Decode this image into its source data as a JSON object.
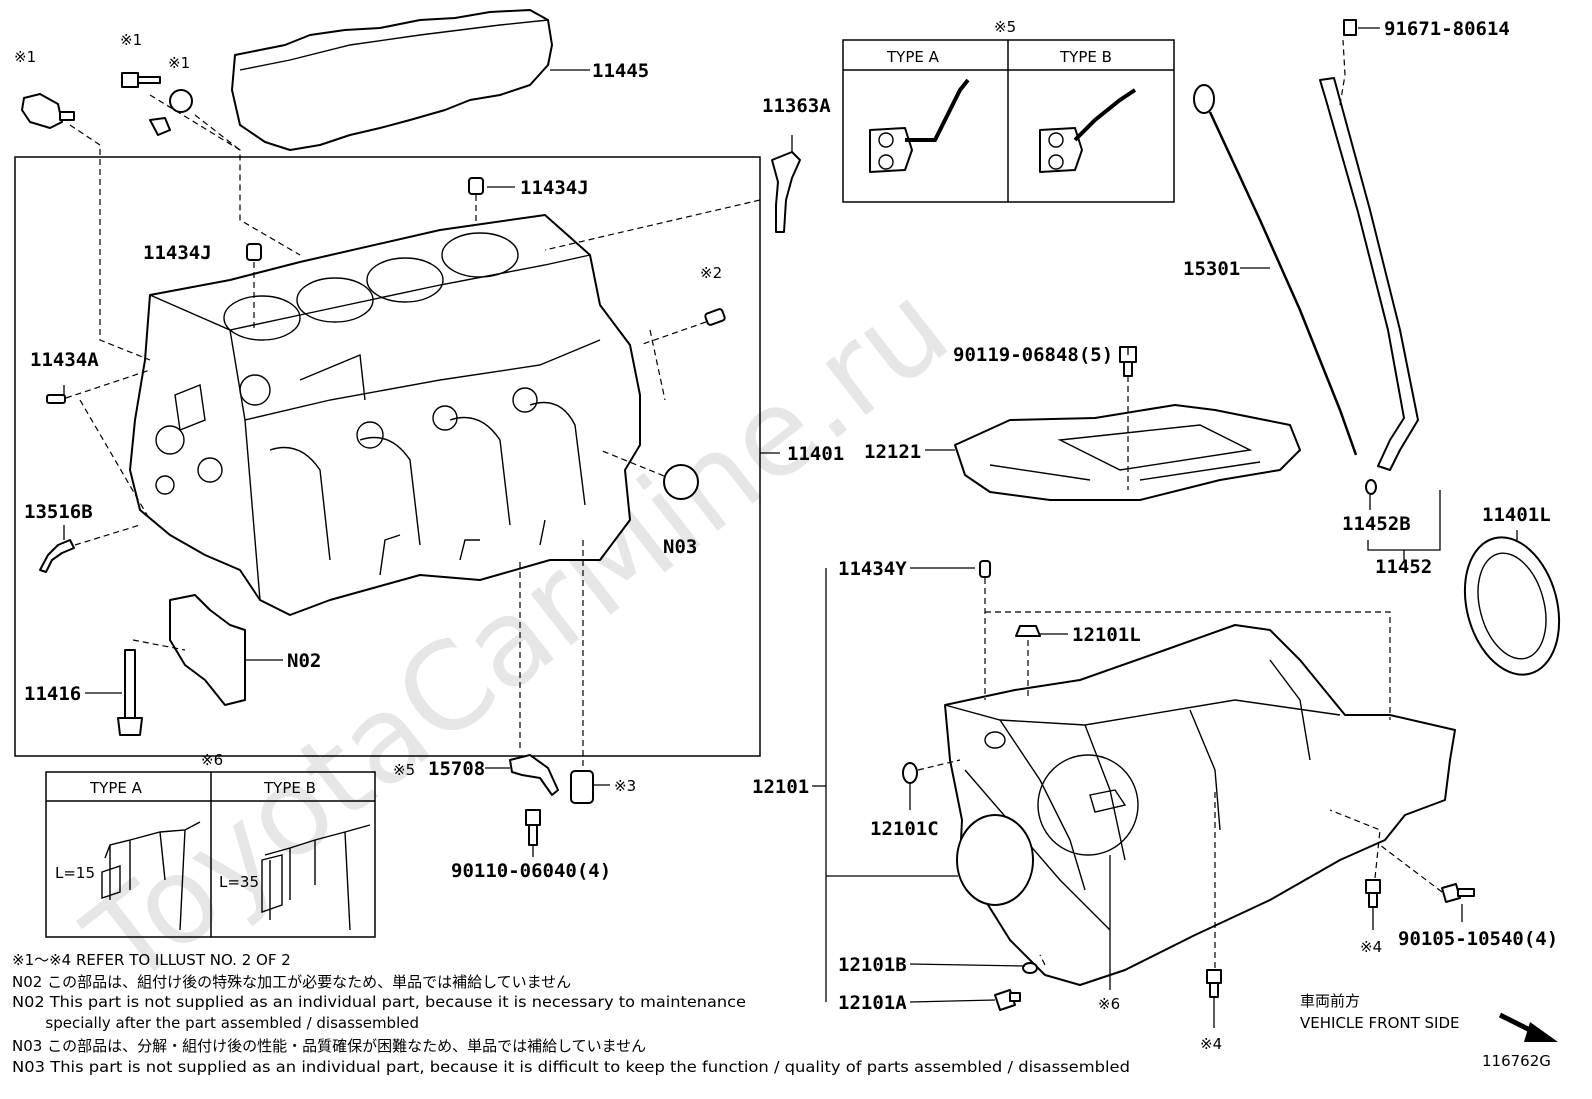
{
  "watermark": "ToyotaCarMine.ru",
  "labels": {
    "p11445": "11445",
    "p11363A": "11363A",
    "p11434J_top": "11434J",
    "p11434J_left": "11434J",
    "p11434A": "11434A",
    "p13516B": "13516B",
    "p11401": "11401",
    "pN03": "N03",
    "pN02": "N02",
    "p11416": "11416",
    "p15708": "15708",
    "p90110": "90110-06040(4)",
    "p91671": "91671-80614",
    "p15301": "15301",
    "p90119": "90119-06848(5)",
    "p12121": "12121",
    "p11452B": "11452B",
    "p11452": "11452",
    "p11401L": "11401L",
    "p11434Y": "11434Y",
    "p12101L": "12101L",
    "p12101": "12101",
    "p12101C": "12101C",
    "p12101B": "12101B",
    "p12101A": "12101A",
    "p90105": "90105-10540(4)"
  },
  "marks": {
    "m1a": "※1",
    "m1b": "※1",
    "m1c": "※1",
    "m2": "※2",
    "m3": "※3",
    "m4a": "※4",
    "m4b": "※4",
    "m5": "※5",
    "m5b": "※5",
    "m6": "※6",
    "m6b": "※6"
  },
  "type_box_5": {
    "title": "※5",
    "type_a": "TYPE A",
    "type_b": "TYPE B"
  },
  "type_box_6": {
    "title": "※6",
    "type_a": "TYPE A",
    "type_b": "TYPE B",
    "len_a": "L=15",
    "len_b": "L=35"
  },
  "notes": [
    "※1～※4  REFER TO ILLUST NO. 2 OF 2",
    "N02  この部品は、組付け後の特殊な加工が必要なため、単品では補給していません",
    "N02  This part is not supplied as an individual part, because it is necessary to maintenance",
    "       specially after the part assembled / disassembled",
    "N03  この部品は、分解・組付け後の性能・品質確保が困難なため、単品では補給していません",
    "N03  This part is not supplied as an individual part, because it is difficult to keep the function / quality of parts  assembled / disassembled"
  ],
  "front": {
    "jp": "車両前方",
    "en": "VEHICLE FRONT SIDE"
  },
  "illust_no": "116762G",
  "icons": [
    "front-arrow-icon"
  ]
}
